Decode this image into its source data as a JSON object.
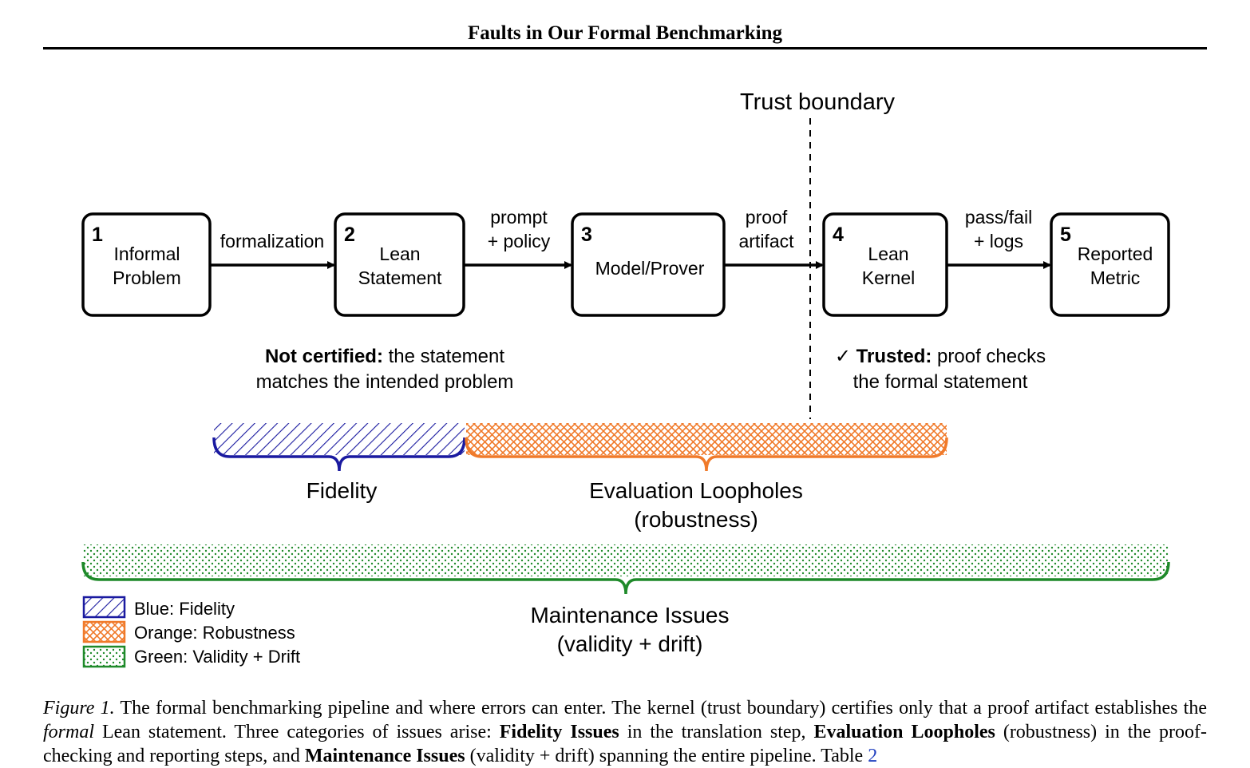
{
  "header": {
    "title": "Faults in Our Formal Benchmarking"
  },
  "figure": {
    "trust_boundary": "Trust boundary",
    "nodes": [
      {
        "num": "1",
        "line1": "Informal",
        "line2": "Problem"
      },
      {
        "num": "2",
        "line1": "Lean",
        "line2": "Statement"
      },
      {
        "num": "3",
        "line1": "Model/Prover",
        "line2": ""
      },
      {
        "num": "4",
        "line1": "Lean",
        "line2": "Kernel"
      },
      {
        "num": "5",
        "line1": "Reported",
        "line2": "Metric"
      }
    ],
    "edges": [
      {
        "line1": "formalization",
        "line2": ""
      },
      {
        "line1": "prompt",
        "line2": "+ policy"
      },
      {
        "line1": "proof",
        "line2": "artifact"
      },
      {
        "line1": "pass/fail",
        "line2": "+ logs"
      }
    ],
    "not_certified": {
      "bold": "Not certified:",
      "rest": " the statement",
      "line2": "matches the intended problem"
    },
    "trusted": {
      "check": "✓",
      "bold": "Trusted:",
      "rest": " proof checks",
      "line2": "the formal statement"
    },
    "fidelity_label": "Fidelity",
    "loopholes_label": {
      "line1": "Evaluation Loopholes",
      "line2": "(robustness)"
    },
    "maintenance_label": {
      "line1": "Maintenance Issues",
      "line2": "(validity + drift)"
    },
    "legend": [
      {
        "label": "Blue: Fidelity",
        "color": "#1a1aa0"
      },
      {
        "label": "Orange: Robustness",
        "color": "#f07a2a"
      },
      {
        "label": "Green: Validity + Drift",
        "color": "#1f8a2a"
      }
    ]
  },
  "caption": {
    "prefix": "Figure 1.",
    "t1": " The formal benchmarking pipeline and where errors can enter. The kernel (trust boundary) certifies only that a proof artifact establishes the ",
    "formal": "formal",
    "t2": " Lean statement. Three categories of issues arise: ",
    "b1": "Fidelity Issues",
    "t3": " in the translation step, ",
    "b2": "Evaluation Loopholes",
    "t4": " (robustness) in the proof-checking and reporting steps, and ",
    "b3": "Maintenance Issues",
    "t5": " (validity + drift) spanning the entire pipeline. Table ",
    "link": "2"
  }
}
